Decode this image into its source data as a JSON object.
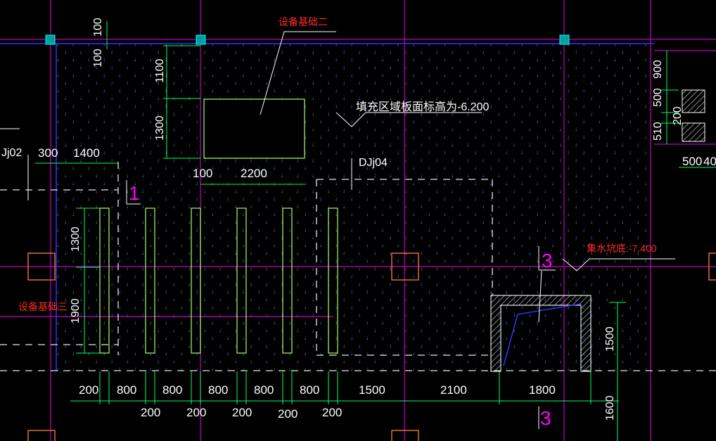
{
  "colors": {
    "background": "#000000",
    "axis_grid": "#c000c0",
    "dim_line": "#00ff66",
    "slab_edge": "#3333ff",
    "foundation": "#a8ff70",
    "dash": "#e8e8e8",
    "hatch_dot": "#3aa0ff",
    "column_cap": "#00c8c8",
    "pit_outline": "#ff8040",
    "red_text": "#ff2a2a",
    "white_text": "#ffffff"
  },
  "labels": {
    "equip_base_2": "设备基础二",
    "equip_base_3": "设备基础三",
    "fill_area_note": "填充区域板面标高为-6.200",
    "sump_note": "集水坑底:-7.400",
    "djj04": "DJj04",
    "dj02": "Jj02",
    "section_1": "1",
    "section_3_top": "3",
    "section_3_bottom": "3"
  },
  "dimensions": {
    "top_100": "100",
    "top_100b": "100",
    "v_1100": "1100",
    "v_1300_top": "1300",
    "h_100": "100",
    "h_2200": "2200",
    "h_300": "300",
    "h_1400": "1400",
    "v_1300_left": "1300",
    "v_1900": "1900",
    "right_900": "900",
    "right_500": "500",
    "right_200": "200",
    "right_510": "510",
    "right_500b": "500",
    "right_40": "40",
    "v_1500": "1500",
    "v_1600": "1600",
    "bottom_row1": [
      "200",
      "800",
      "800",
      "800",
      "800",
      "800",
      "1500",
      "2100",
      "1800"
    ],
    "bottom_row2": [
      "200",
      "200",
      "200",
      "200",
      "200"
    ]
  }
}
